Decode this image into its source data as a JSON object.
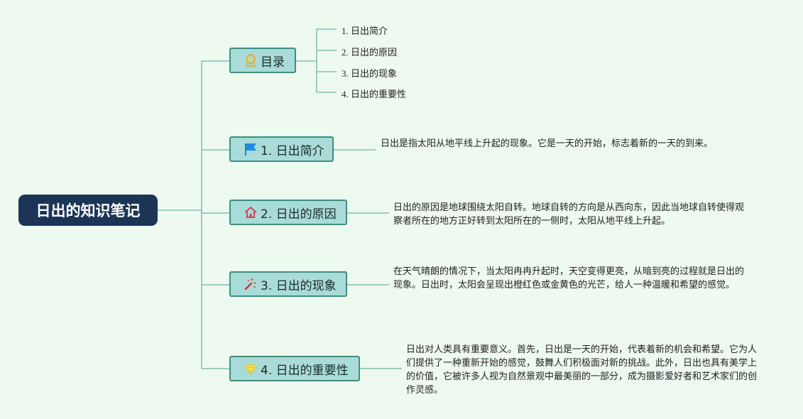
{
  "root": {
    "title": "日出的知识笔记"
  },
  "toc": {
    "title": "目录",
    "items": [
      "1. 日出简介",
      "2. 日出的原因",
      "3. 日出的现象",
      "4. 日出的重要性"
    ]
  },
  "topics": [
    {
      "label": "1. 日出简介",
      "icon": "flag-icon",
      "desc": "日出是指太阳从地平线上升起的现象。它是一天的开始，标志着新的一天的到来。"
    },
    {
      "label": "2. 日出的原因",
      "icon": "home-icon",
      "desc": "日出的原因是地球围绕太阳自转。地球自转的方向是从西向东，因此当地球自转使得观察者所在的地方正好转到太阳所在的一侧时，太阳从地平线上升起。"
    },
    {
      "label": "3. 日出的现象",
      "icon": "magic-wand-icon",
      "desc": "在天气晴朗的情况下，当太阳冉冉升起时，天空变得更亮，从暗到亮的过程就是日出的现象。日出时，太阳会呈现出橙红色或金黄色的光芒，给人一种温暖和希望的感觉。"
    },
    {
      "label": "4. 日出的重要性",
      "icon": "diamond-icon",
      "desc": "日出对人类具有重要意义。首先，日出是一天的开始，代表着新的机会和希望。它为人们提供了一种重新开始的感觉，鼓舞人们积极面对新的挑战。此外，日出也具有美学上的价值，它被许多人视为自然景观中最美丽的一部分，成为摄影爱好者和艺术家们的创作灵感。"
    }
  ],
  "colors": {
    "background": "#eef9ef",
    "root_fill": "#1c3557",
    "topic_fill": "#a9dcd8",
    "topic_border": "#3e8e7e",
    "connector": "#6fb5a8"
  }
}
